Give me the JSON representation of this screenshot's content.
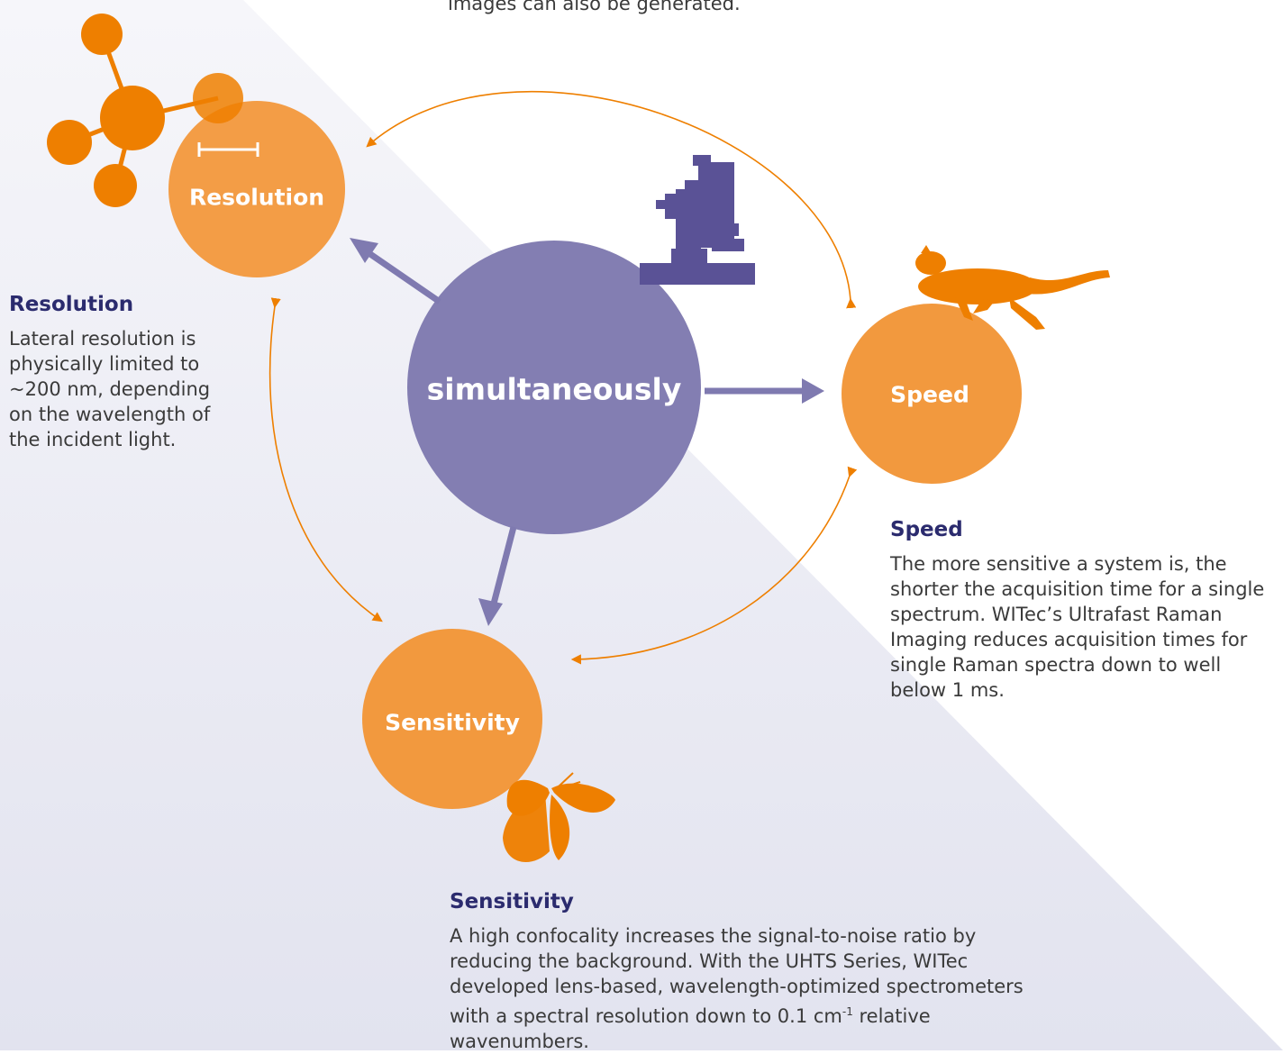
{
  "top_text": "images can also be generated.",
  "center": {
    "label": "simultaneously"
  },
  "circles": {
    "resolution": "Resolution",
    "speed": "Speed",
    "sensitivity": "Sensitivity"
  },
  "resolution": {
    "title": "Resolution",
    "lines": [
      "Lateral resolution is",
      "physically limited to",
      "~200 nm, depending",
      "on the wavelength of",
      "the incident light."
    ]
  },
  "speed": {
    "title": "Speed",
    "lines": [
      "The more sensitive a system is, the",
      "shorter the acquisition time for a single",
      "spectrum. WITec’s Ultrafast Raman",
      "Imaging reduces acquisition times for",
      "single Raman spectra down to well",
      "below 1 ms."
    ]
  },
  "sensitivity": {
    "title": "Sensitivity",
    "lines": [
      "A high confocality increases the signal-to-noise ratio by",
      "reducing the background. With the UHTS Series, WITec",
      "developed lens-based, wavelength-optimized spectrometers"
    ],
    "line4_before": "with a spectral resolution down to 0.1 cm",
    "line4_sup": "-1",
    "line4_after": " relative",
    "line5": "wavenumbers."
  },
  "colors": {
    "orange": "#f2993e",
    "dark_orange": "#ee7f00",
    "purple": "#7f7ab0",
    "dark_purple": "#5a5296",
    "title_navy": "#2b2b6e"
  },
  "icons": [
    "molecule-icon",
    "scale-bar-icon",
    "microscope-icon",
    "cheetah-icon",
    "butterfly-icon"
  ]
}
